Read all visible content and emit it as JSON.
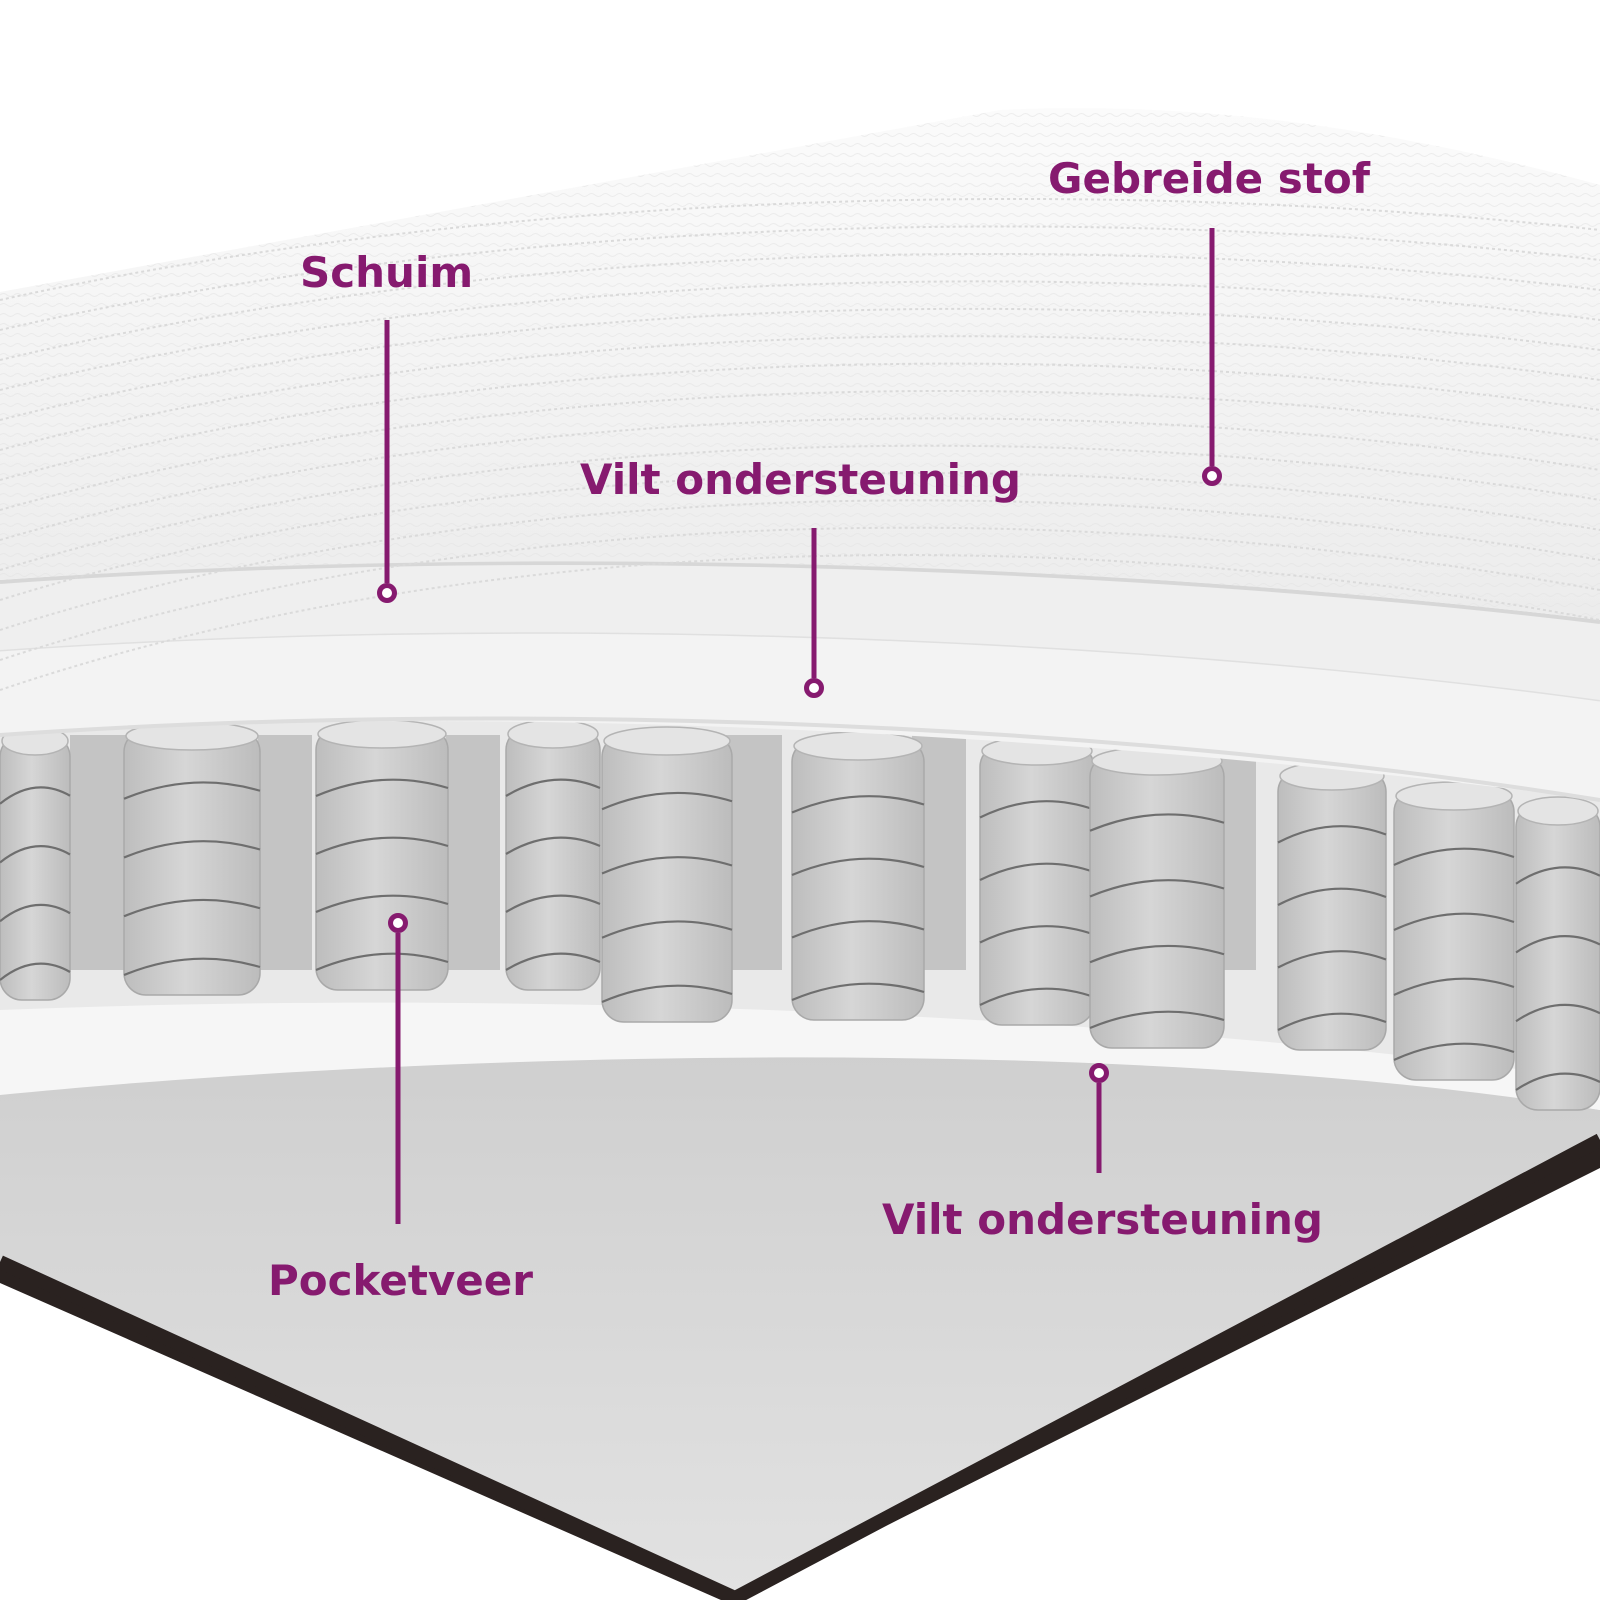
{
  "colors": {
    "accent": "#861a6f",
    "fabric": "#f4f4f4",
    "foam": "#f1f1f1",
    "felt": "#f6f6f6",
    "springs": "#c9c9c9",
    "base_edge": "#2a2220"
  },
  "labels": {
    "gebreide_stof": "Gebreide stof",
    "schuim": "Schuim",
    "vilt_top": "Vilt ondersteuning",
    "vilt_bottom": "Vilt ondersteuning",
    "pocketveer": "Pocketveer"
  }
}
